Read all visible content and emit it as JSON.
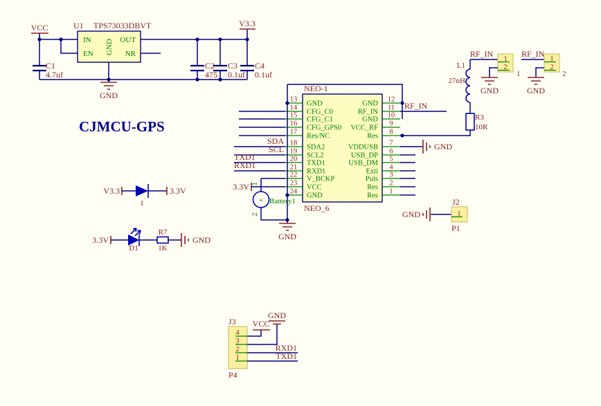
{
  "title": "CJMCU-GPS",
  "labels": {
    "gnd": "GND",
    "vcc": "VCC",
    "v33": "V3.3",
    "v33_alt": "3.3V",
    "rf_in": "RF_IN"
  },
  "colors": {
    "wire": "#000080",
    "pin_green": "#008000",
    "label_maroon": "#8b2323",
    "component_fill": "#fdfcc0",
    "background": "#fffef4"
  },
  "regulator": {
    "ref": "U1",
    "part": "TPS73033DBVT",
    "pin_in": "IN",
    "pin_en": "EN",
    "pin_out": "OUT",
    "pin_nr": "NR",
    "pin_gnd": "GND"
  },
  "capacitors": [
    {
      "ref": "C1",
      "value": "4.7uf"
    },
    {
      "ref": "C2",
      "value": "475"
    },
    {
      "ref": "C3",
      "value": "0.1uf"
    },
    {
      "ref": "C4",
      "value": "0.1uf"
    }
  ],
  "ic": {
    "name_top": "NEO-1",
    "name_bottom": "NEO_6",
    "left_pins": [
      {
        "num": "13",
        "name": "GND"
      },
      {
        "num": "14",
        "name": "CFG_C0"
      },
      {
        "num": "15",
        "name": "CFG_C1"
      },
      {
        "num": "16",
        "name": "CFG_GPS0"
      },
      {
        "num": "17",
        "name": "Res/NC"
      },
      {
        "num": "18",
        "name": "SDA2"
      },
      {
        "num": "19",
        "name": "SCL2"
      },
      {
        "num": "20",
        "name": "TXD1"
      },
      {
        "num": "21",
        "name": "RXD1"
      },
      {
        "num": "22",
        "name": "V_BCKP"
      },
      {
        "num": "23",
        "name": "VCC"
      },
      {
        "num": "24",
        "name": "GND"
      }
    ],
    "right_pins": [
      {
        "num": "12",
        "name": "GND"
      },
      {
        "num": "11",
        "name": "RF_IN"
      },
      {
        "num": "10",
        "name": "GND"
      },
      {
        "num": "9",
        "name": "VCC_RF"
      },
      {
        "num": "8",
        "name": "Res"
      },
      {
        "num": "7",
        "name": "VDDUSB"
      },
      {
        "num": "6",
        "name": "USB_DP"
      },
      {
        "num": "5",
        "name": "USB_DM"
      },
      {
        "num": "4",
        "name": "Exti"
      },
      {
        "num": "3",
        "name": "Puls"
      },
      {
        "num": "2",
        "name": "Res"
      },
      {
        "num": "1",
        "name": "Res"
      }
    ]
  },
  "net_labels": {
    "sda": "SDA",
    "scl": "SCL",
    "txd1": "TXD1",
    "rxd1": "RXD1"
  },
  "inductor": {
    "ref": "L1",
    "value": "27nH"
  },
  "resistors": {
    "r3": {
      "ref": "R3",
      "value": "10R"
    },
    "r7": {
      "ref": "R7",
      "value": "1K"
    }
  },
  "battery": {
    "ref": "Battery1",
    "plus": "+",
    "pin1": "1",
    "pin2": "2"
  },
  "diode": {
    "designator": "1"
  },
  "led": {
    "ref": "D1"
  },
  "connectors": {
    "rf1": {
      "net": "RF_IN",
      "pin1": "1",
      "pin2": "2",
      "designator": "1"
    },
    "rf2": {
      "net": "RF_IN",
      "pin1": "1",
      "pin2": "2",
      "designator": "2"
    },
    "j2": {
      "ref": "J2",
      "pin1": "1",
      "footprint": "P1"
    },
    "j3": {
      "ref": "J3",
      "pin4": "4",
      "pin3": "3",
      "pin2": "2",
      "pin1": "1",
      "footprint": "P4"
    }
  }
}
